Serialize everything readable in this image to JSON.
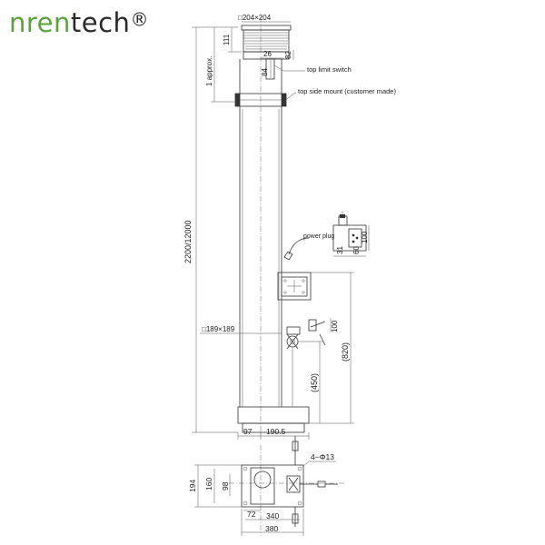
{
  "brand": {
    "part1": "nren",
    "part2": "tech",
    "mark": "®"
  },
  "labels": {
    "top_square": "□204×204",
    "dim_111": "111",
    "dim_approx": "1 approx.",
    "dim_26": "26",
    "dim_82": "82",
    "dim_84": "84",
    "top_limit_switch": "top limit switch",
    "top_side_mount": "top side mount (customer made)",
    "dim_total_height": "2200/12000",
    "power_plug": "power plug",
    "dim_31": "31",
    "dim_60": "60",
    "dim_100_box": "100",
    "mid_square": "□189×189",
    "dim_100_crank": "100",
    "dim_820": "(820)",
    "dim_450": "(450)",
    "dim_97": "97",
    "dim_190_5": "190.5",
    "holes": "4−Φ13",
    "dim_194": "194",
    "dim_160": "160",
    "dim_98": "98",
    "dim_72": "72",
    "dim_340": "340",
    "dim_380": "380"
  }
}
